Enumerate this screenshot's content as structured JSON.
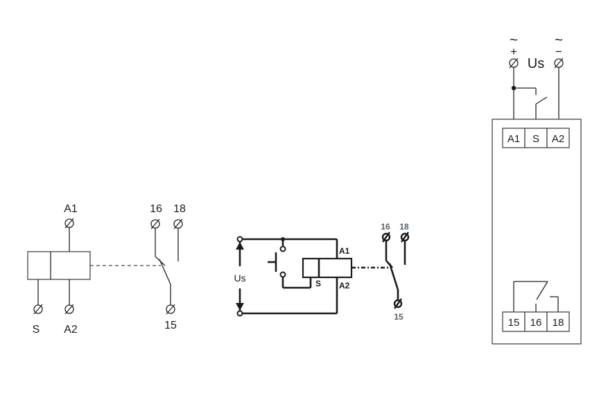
{
  "diagram1": {
    "coil_top": "A1",
    "coil_bottom_left": "S",
    "coil_bottom_right": "A2",
    "contact_no": "16",
    "contact_nc": "18",
    "contact_common": "15"
  },
  "diagram2": {
    "supply": "Us",
    "coil_top": "A1",
    "coil_control": "S",
    "coil_bottom": "A2",
    "contact_no": "16",
    "contact_nc": "18",
    "contact_common": "15"
  },
  "diagram3": {
    "supply": "Us",
    "ac_left": "~",
    "plus": "+",
    "ac_right": "~",
    "minus": "−",
    "terminals_top": [
      "A1",
      "S",
      "A2"
    ],
    "terminals_bottom": [
      "15",
      "16",
      "18"
    ]
  }
}
